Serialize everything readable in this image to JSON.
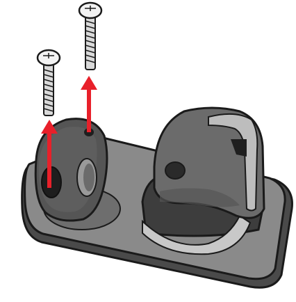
{
  "illustration": {
    "parts": [
      "screw-left",
      "screw-right",
      "removal-arrow-left",
      "removal-arrow-right",
      "mounting-pad",
      "detached-cover",
      "cam-cleat",
      "base-plate"
    ],
    "colors": {
      "background": "#ffffff",
      "outline": "#1a1a1a",
      "screw_head": "#f2f2f2",
      "screw_shaft": "#d9d9d9",
      "arrow": "#e8202a",
      "plate": "#7b7b7b",
      "plate_edge": "#4a4a4a",
      "cover": "#4f4f4f",
      "cleat_body": "#6b6b6b",
      "cleat_highlight": "#bdbdbd"
    }
  }
}
